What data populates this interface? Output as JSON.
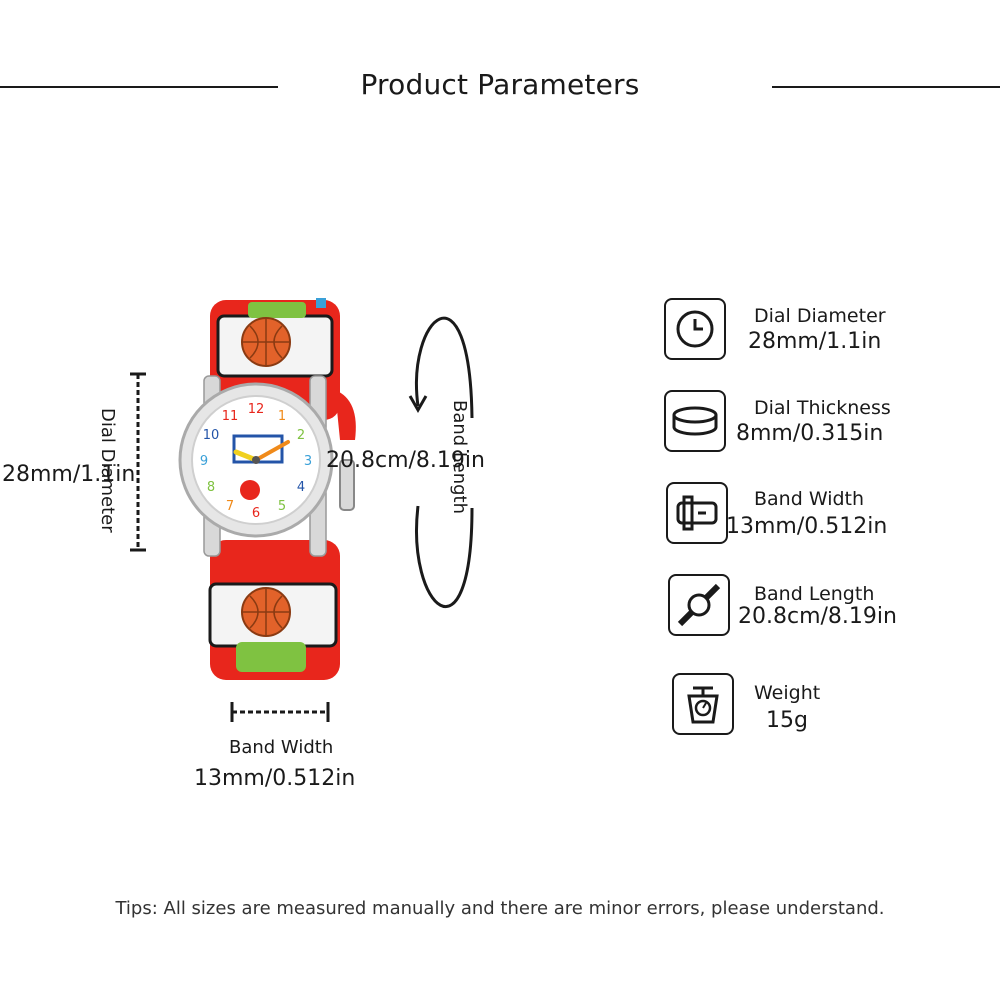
{
  "header": {
    "title": "Product Parameters"
  },
  "diagram": {
    "dial_diameter_label": "Dial Diameter",
    "dial_diameter_value": "28mm/1.1in",
    "band_length_label": "Band Length",
    "band_length_value": "20.8cm/8.19in",
    "band_width_label": "Band Width",
    "band_width_value": "13mm/0.512in"
  },
  "watch": {
    "dial_numbers": [
      "12",
      "1",
      "2",
      "3",
      "4",
      "5",
      "6",
      "7",
      "8",
      "9",
      "10",
      "11"
    ],
    "strap_color": "#e8261c",
    "ball_color": "#e2622a",
    "mesh_color": "#7fc241"
  },
  "params": [
    {
      "icon": "clock-icon",
      "name": "Dial Diameter",
      "value": "28mm/1.1in"
    },
    {
      "icon": "disc-icon",
      "name": "Dial Thickness",
      "value": "8mm/0.315in"
    },
    {
      "icon": "band-icon",
      "name": "Band Width",
      "value": "13mm/0.512in"
    },
    {
      "icon": "watch-strap-icon",
      "name": "Band Length",
      "value": "20.8cm/8.19in"
    },
    {
      "icon": "scale-icon",
      "name": "Weight",
      "value": "15g"
    }
  ],
  "footer": {
    "tips": "Tips: All sizes are measured manually and there are minor errors, please understand."
  }
}
